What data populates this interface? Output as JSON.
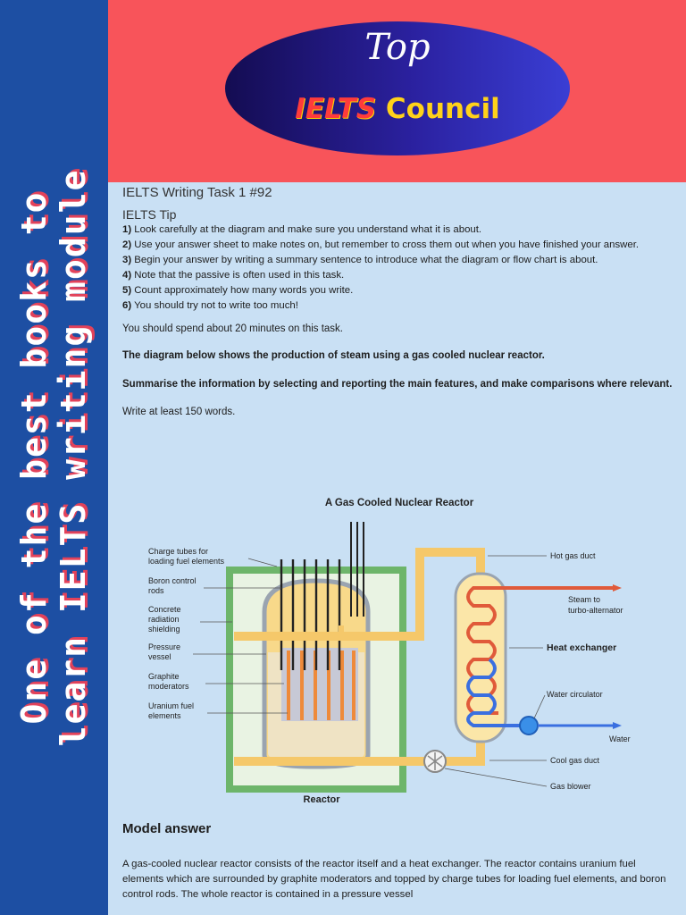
{
  "side_banner": {
    "line1": "One of the best books to",
    "line2": "learn IELTS writing module"
  },
  "logo": {
    "top": "Top",
    "ielts": "IELTS",
    "council": "Council"
  },
  "document": {
    "title": "IELTS Writing Task 1 #92",
    "tip_heading": "IELTS Tip",
    "tips": [
      {
        "num": "1)",
        "text": " Look carefully at the diagram and make sure you understand what it is about."
      },
      {
        "num": "2)",
        "text": " Use your answer sheet to make notes on, but remember to cross them out when you have finished your answer."
      },
      {
        "num": "3)",
        "text": " Begin your answer by writing a summary sentence to introduce what the diagram or flow chart is about."
      },
      {
        "num": "4)",
        "text": " Note that the passive is often used in this task."
      },
      {
        "num": "5)",
        "text": " Count approximately how many words you write."
      },
      {
        "num": "6)",
        "text": " You should try not to write too much!"
      }
    ],
    "time_note": "You should spend about 20 minutes on this task.",
    "task_description": "The diagram below shows the production of steam using a gas cooled nuclear reactor.",
    "task_instruction": "Summarise the information by selecting and reporting the main features, and make comparisons where relevant.",
    "min_words": "Write at least 150 words."
  },
  "diagram": {
    "title": "A Gas Cooled Nuclear Reactor",
    "labels": {
      "charge_tubes_1": "Charge tubes for",
      "charge_tubes_2": "loading fuel elements",
      "boron_1": "Boron control",
      "boron_2": "rods",
      "concrete_1": "Concrete",
      "concrete_2": "radiation",
      "concrete_3": "shielding",
      "pressure_1": "Pressure",
      "pressure_2": "vessel",
      "graphite_1": "Graphite",
      "graphite_2": "moderators",
      "uranium_1": "Uranium fuel",
      "uranium_2": "elements",
      "reactor": "Reactor",
      "hot_gas_duct": "Hot gas duct",
      "steam_1": "Steam to",
      "steam_2": "turbo-alternator",
      "heat_exchanger": "Heat exchanger",
      "water_circulator": "Water circulator",
      "water": "Water",
      "cool_gas_duct": "Cool gas duct",
      "gas_blower": "Gas blower"
    }
  },
  "model_answer": {
    "heading": "Model answer",
    "text": "A gas-cooled nuclear reactor consists of the reactor itself and a heat exchanger. The reactor contains uranium fuel elements which are surrounded by graphite moderators and topped by charge tubes for loading fuel elements, and boron control rods. The whole reactor is contained in a pressure vessel"
  },
  "colors": {
    "side_blue": "#1d4fa3",
    "header_red": "#f8545a",
    "page_blue": "#c9e0f4",
    "duct_yellow": "#f5c86a",
    "shield_green": "#7ec27a",
    "steam_red": "#e05a3a",
    "water_blue": "#3a6fe0"
  }
}
